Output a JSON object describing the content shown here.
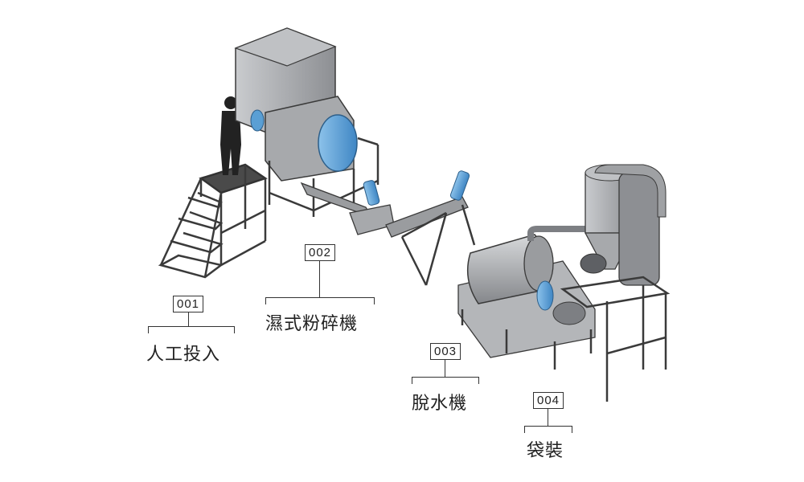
{
  "steps": [
    {
      "code": "001",
      "label": "人工投入"
    },
    {
      "code": "002",
      "label": "濕式粉碎機"
    },
    {
      "code": "003",
      "label": "脫水機"
    },
    {
      "code": "004",
      "label": "袋裝"
    }
  ],
  "colors": {
    "steel": "#9a9c9f",
    "steel_dark": "#5e6064",
    "motor_blue": "#5a9fd4",
    "outline": "#3a3a3a"
  }
}
